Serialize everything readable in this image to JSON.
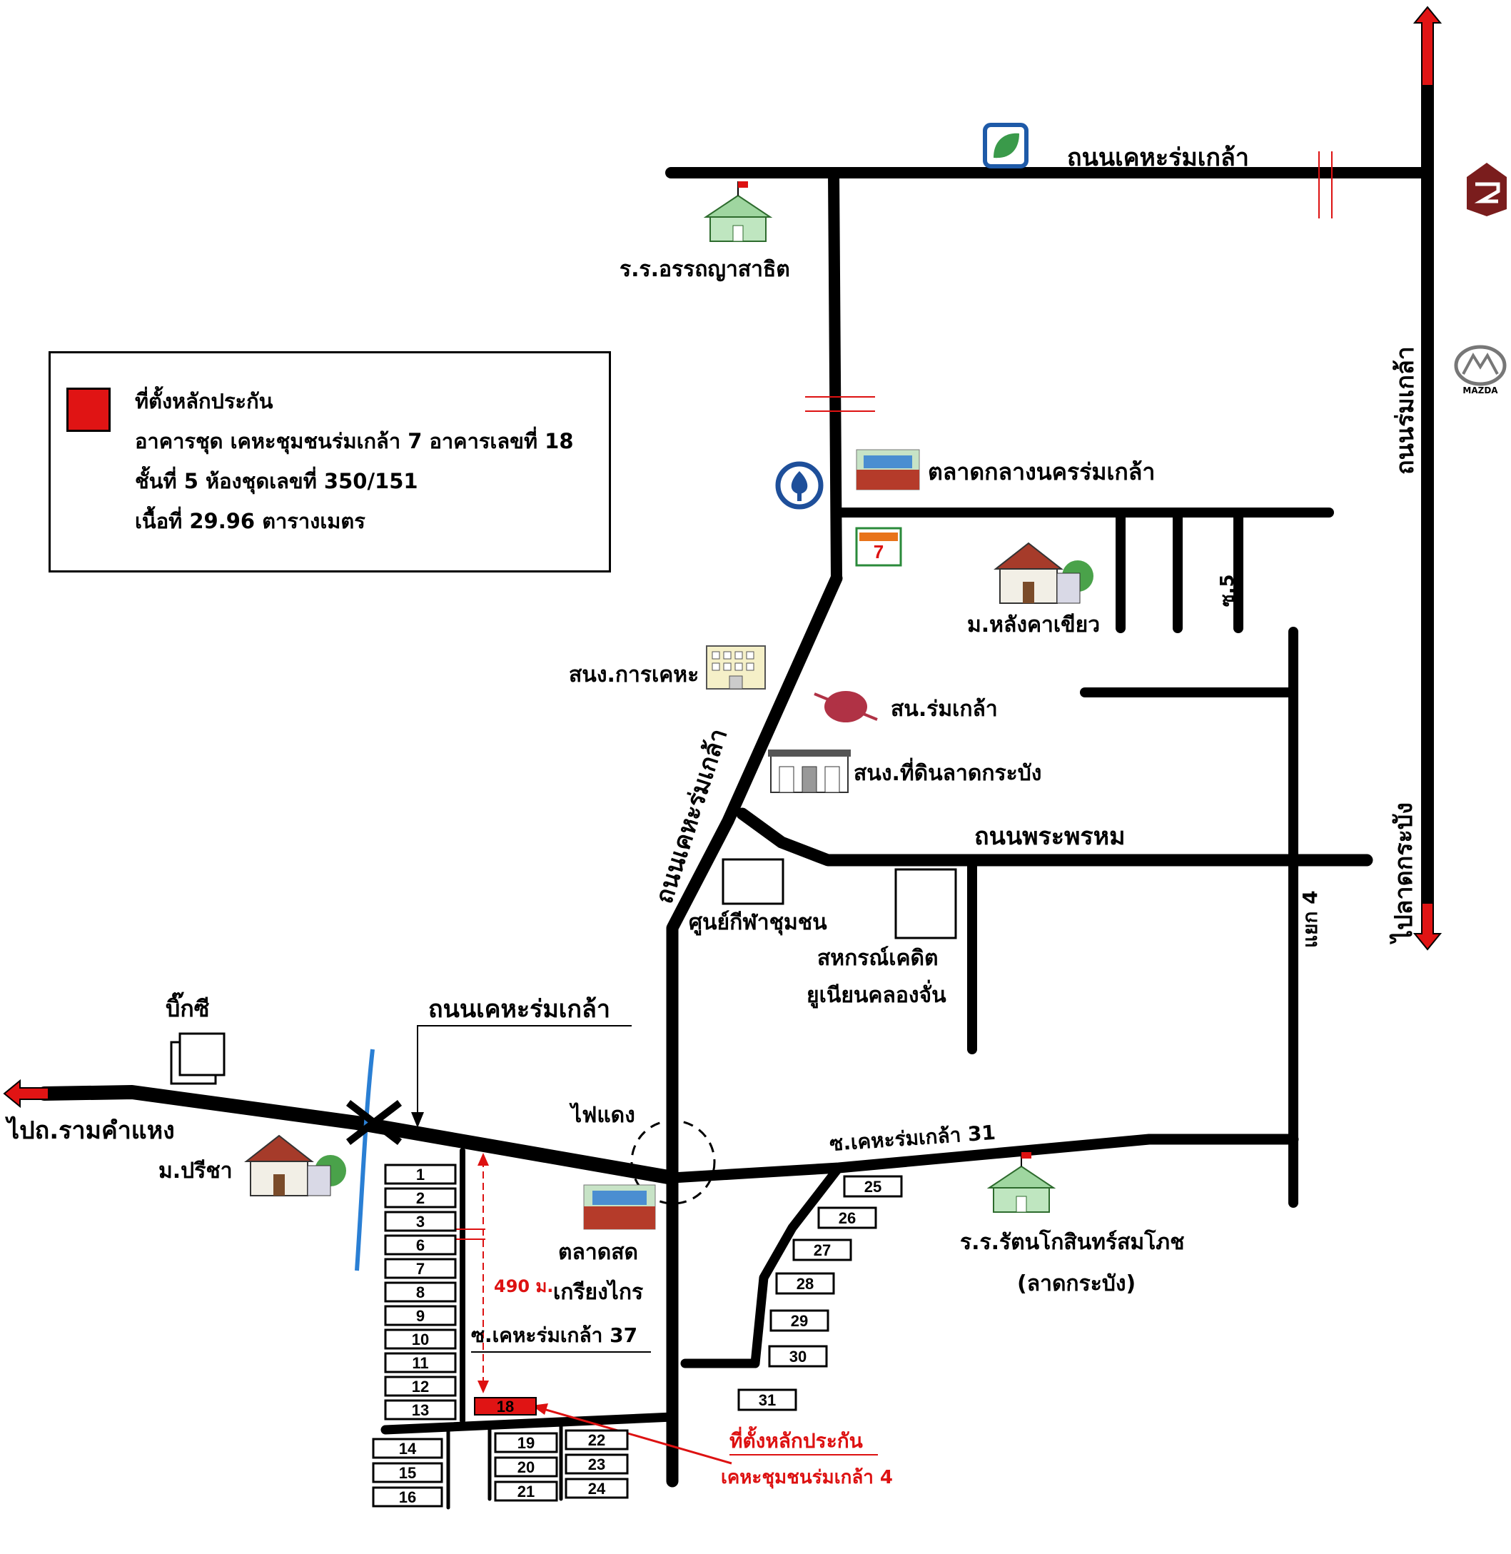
{
  "legend": {
    "title": "ที่ตั้งหลักประกัน",
    "line1": "อาคารชุด เคหะชุมชนร่มเกล้า 7 อาคารเลขที่ 18",
    "line2": "ชั้นที่ 5 ห้องชุดเลขที่ 350/151",
    "line3": "เนื้อที่ 29.96 ตารางเมตร",
    "color": "#e01414"
  },
  "roads": {
    "top": "ถนนเคหะร่มเกล้า",
    "right": "ถนนร่มเกล้า",
    "diagonal": "ถนนเคหะร่มเกล้า",
    "phraphrom": "ถนนพระพรหม",
    "bottom_left": "ถนนเคหะร่มเกล้า",
    "soi31": "ซ.เคหะร่มเกล้า 31",
    "soi37": "ซ.เคหะร่มเกล้า 37",
    "yaek4": "แยก 4",
    "soi5": "ซ.5"
  },
  "directions": {
    "left": "ไปถ.รามคำแหง",
    "bottom_right": "ไปลาดกระบัง"
  },
  "places": {
    "school_top": "ร.ร.อรรถญาสาธิต",
    "market_central": "ตลาดกลางนครร่มเกล้า",
    "village_green": "ม.หลังคาเขียว",
    "housing_office": "สนง.การเคหะ",
    "police": "สน.ร่มเกล้า",
    "land_office": "สนง.ที่ดินลาดกระบัง",
    "sports": "ศูนย์กีฬาชุมชน",
    "coop_line1": "สหกรณ์เคดิต",
    "coop_line2": "ยูเนียนคลองจั่น",
    "bigc": "บิ๊กซี",
    "village_preecha": "ม.ปรีชา",
    "traffic_light": "ไฟแดง",
    "fresh_market_line1": "ตลาดสด",
    "fresh_market_line2": "เกรียงไกร",
    "school_bottom_line1": "ร.ร.รัตนโกสินทร์สมโภช",
    "school_bottom_line2": "(ลาดกระบัง)",
    "mazda": "MAZDA",
    "seven_eleven": "7 ELEVEN"
  },
  "distance": "490 ม.",
  "target": {
    "label_line1": "ที่ตั้งหลักประกัน",
    "label_line2": "เคหะชุมชนร่มเกล้า 4",
    "building": "18"
  },
  "buildings": {
    "left_column": [
      "1",
      "2",
      "3",
      "6",
      "7",
      "8",
      "9",
      "10",
      "11",
      "12",
      "13"
    ],
    "left_bottom": [
      "14",
      "15",
      "16"
    ],
    "mid_bottom_a": [
      "19",
      "20",
      "21"
    ],
    "mid_bottom_b": [
      "22",
      "23",
      "24"
    ],
    "stair": [
      "25",
      "26",
      "27",
      "28",
      "29",
      "30",
      "31"
    ]
  },
  "colors": {
    "road": "#000000",
    "accent_red": "#e01414",
    "canal": "#2a7fd4",
    "school_green": "#bfe6c0"
  }
}
